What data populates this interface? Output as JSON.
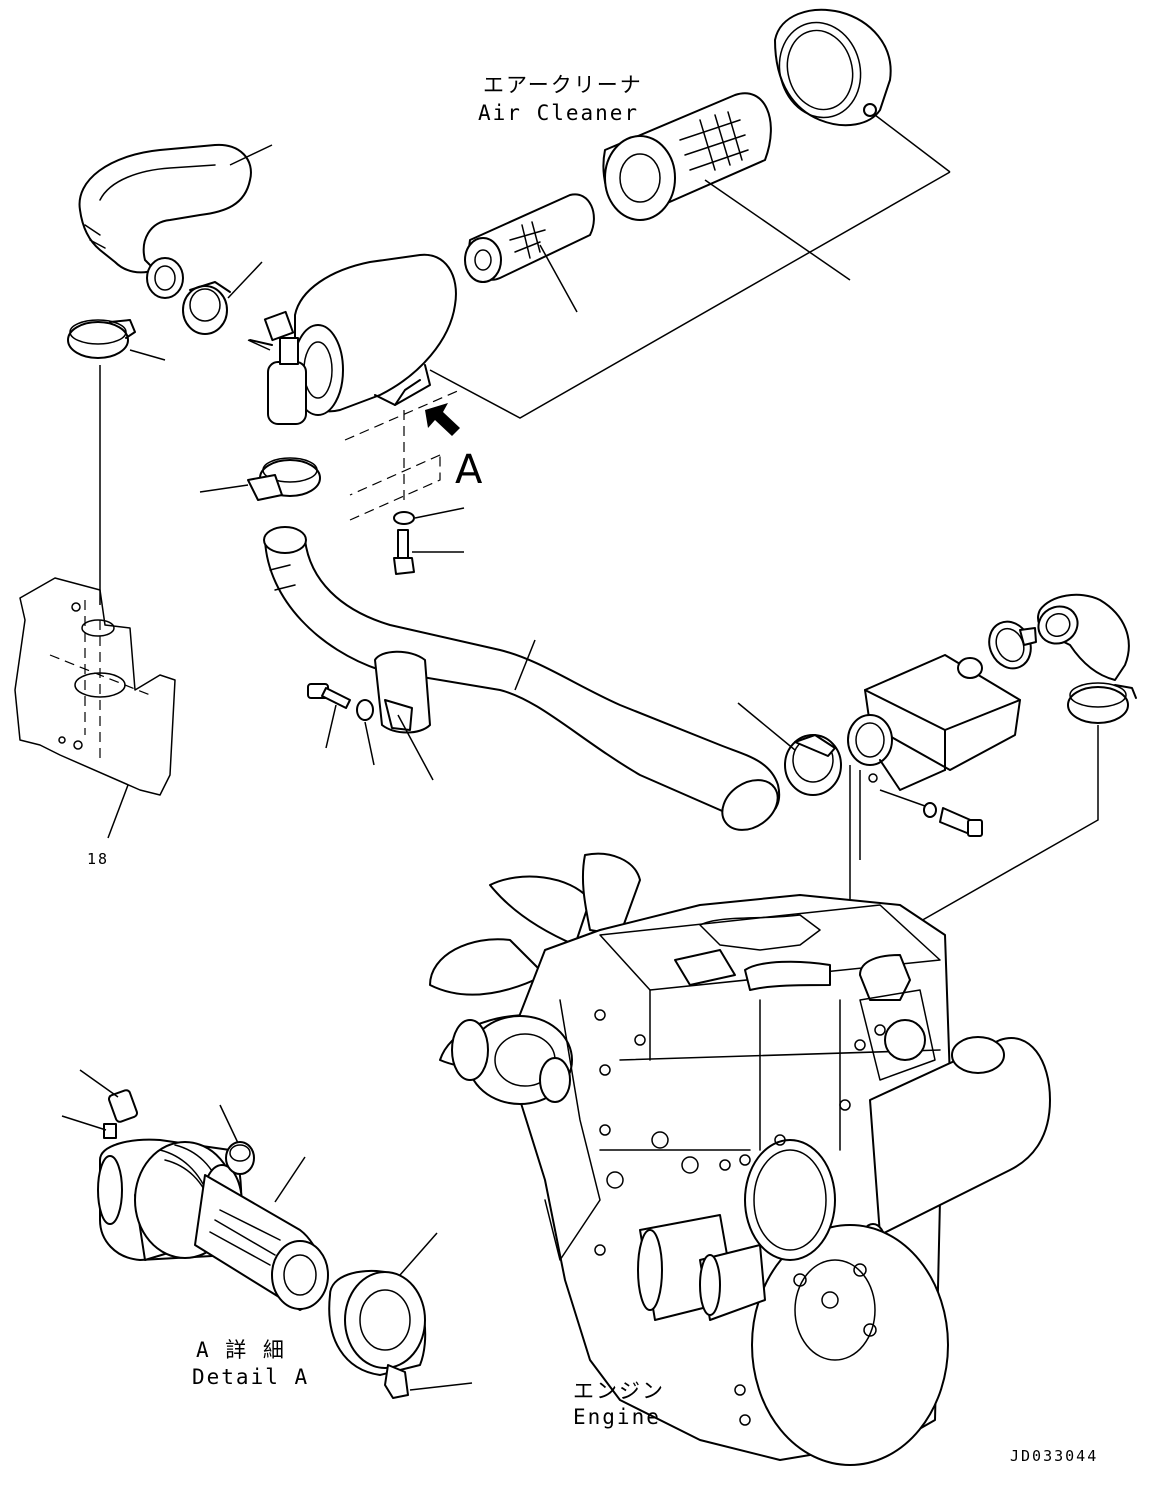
{
  "labels": {
    "air_cleaner_jp": "エアークリーナ",
    "air_cleaner_en": "Air Cleaner",
    "view_a": "A",
    "part_number": "18",
    "detail_a_jp": "A 詳 細",
    "detail_a_en": "Detail A",
    "engine_jp": "エンジン",
    "engine_en": "Engine",
    "drawing_id": "JD033044"
  }
}
